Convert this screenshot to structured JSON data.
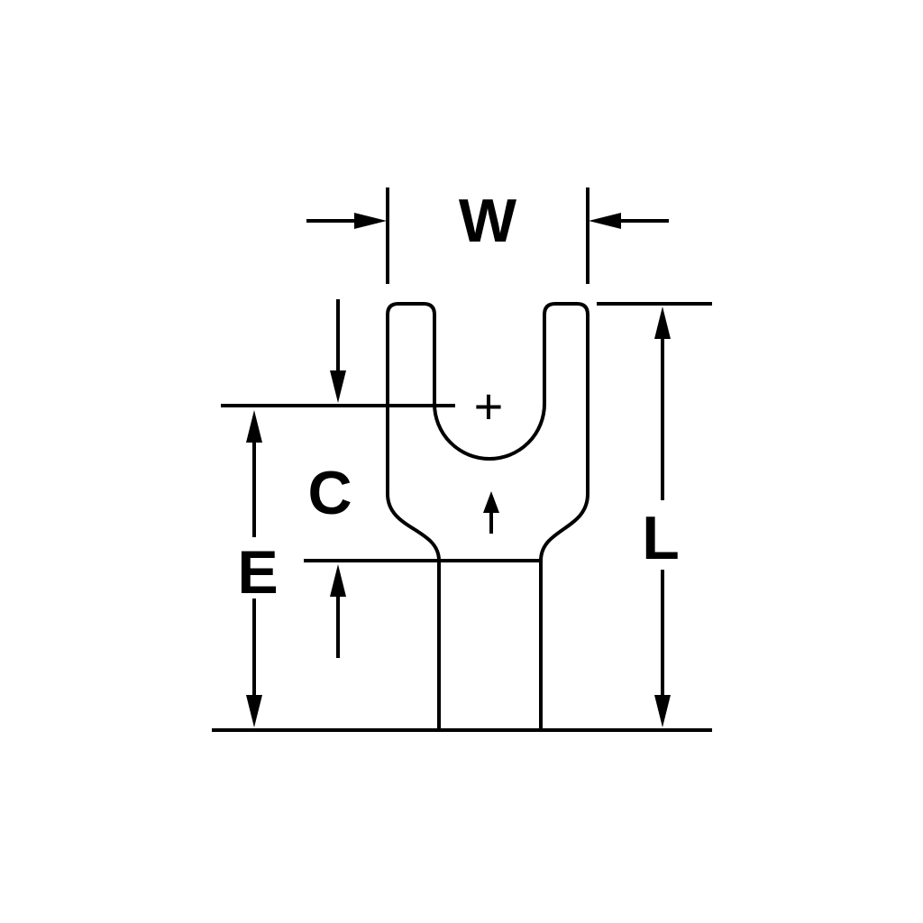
{
  "diagram": {
    "type": "technical-dimension-drawing",
    "subject": "fork-spade-terminal-front-view",
    "background_color": "#ffffff",
    "line_color": "#000000",
    "labels": {
      "width": "W",
      "slot": "C",
      "stem": "E",
      "length": "L",
      "center_mark": "+"
    },
    "icons": {
      "insertion_direction": "up-arrow"
    }
  }
}
